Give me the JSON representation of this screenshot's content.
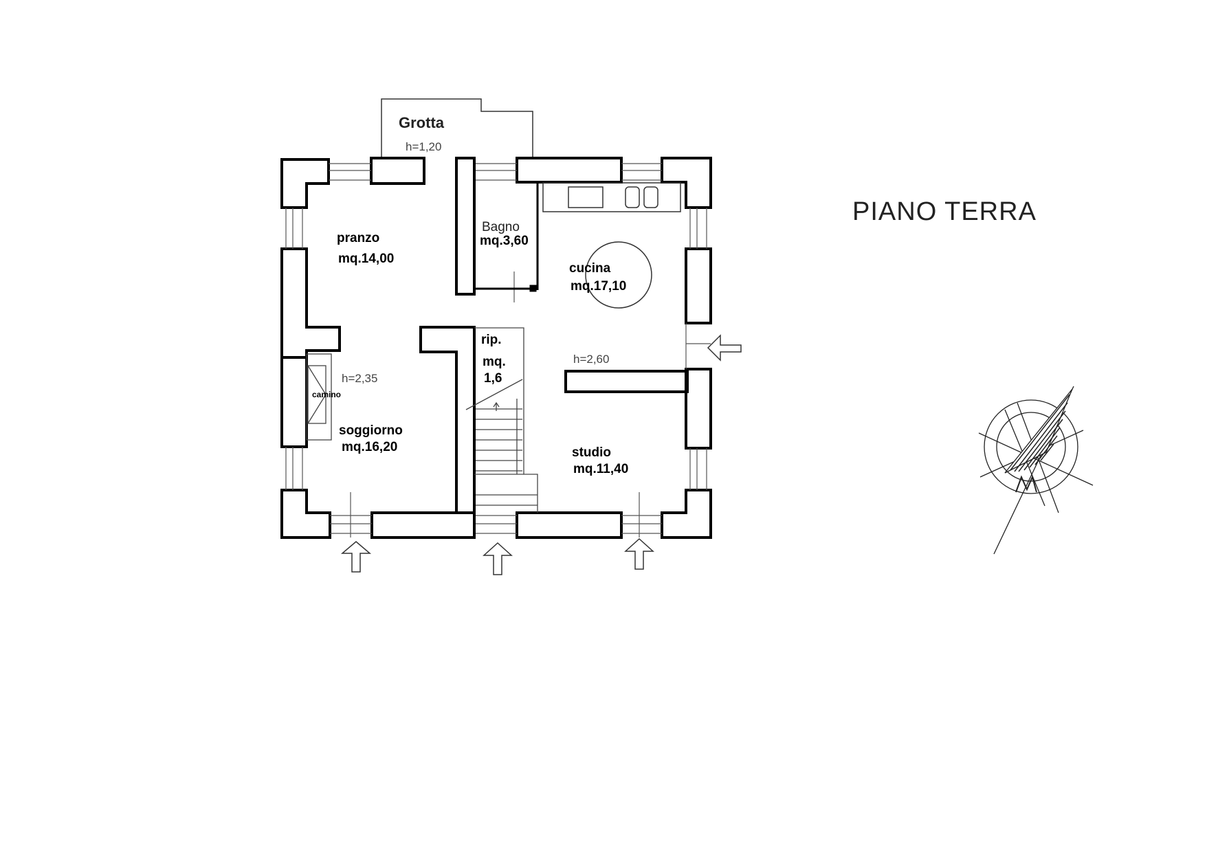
{
  "title": "PIANO TERRA",
  "rooms": {
    "grotta": {
      "name": "Grotta",
      "height": "h=1,20"
    },
    "pranzo": {
      "name": "pranzo",
      "area": "mq.14,00"
    },
    "bagno": {
      "name": "Bagno",
      "area": "mq.3,60"
    },
    "cucina": {
      "name": "cucina",
      "area": "mq.17,10"
    },
    "ripostiglio": {
      "name": "rip.",
      "area_line1": "mq.",
      "area_line2": "1,6"
    },
    "soggiorno": {
      "name": "soggiorno",
      "area": "mq.16,20",
      "height": "h=2,35"
    },
    "camino": {
      "name": "camino"
    },
    "studio": {
      "name": "studio",
      "area": "mq.11,40"
    },
    "cucina_height": {
      "height": "h=2,60"
    }
  },
  "icons": [
    "entrance-arrow-icon",
    "compass-rose-icon"
  ],
  "colors": {
    "wall": "#000000",
    "background": "#ffffff"
  }
}
